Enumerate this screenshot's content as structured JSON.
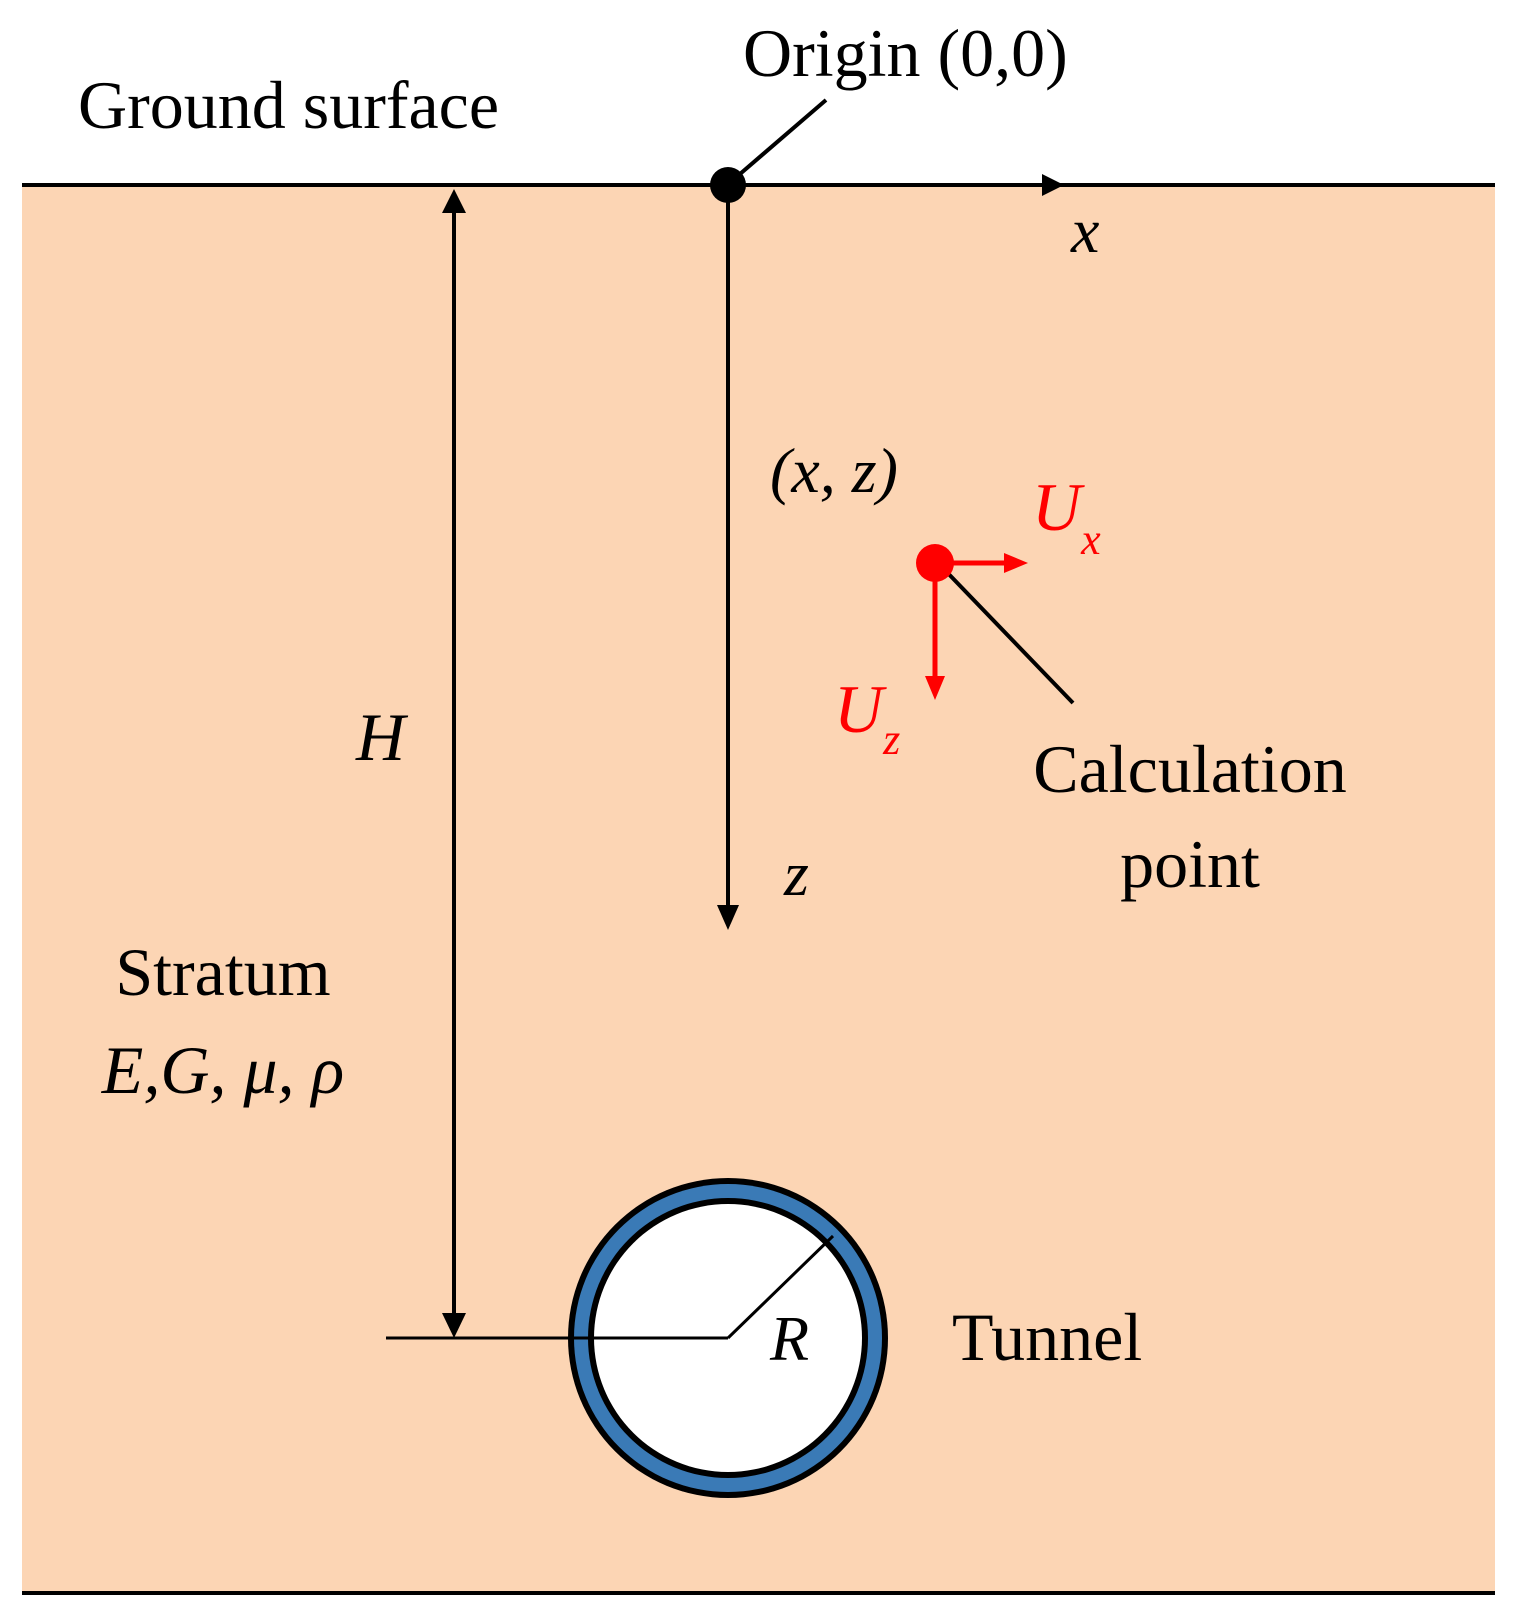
{
  "labels": {
    "ground_surface": "Ground surface",
    "origin": "Origin (0,0)",
    "x_axis": "x",
    "z_axis": "z",
    "point_coords": "(x, z)",
    "ux_main": "U",
    "ux_sub": "x",
    "uz_main": "U",
    "uz_sub": "z",
    "calc_line1": "Calculation",
    "calc_line2": "point",
    "depth": "H",
    "stratum": "Stratum",
    "stratum_params": "E,G, μ, ρ",
    "radius": "R",
    "tunnel": "Tunnel"
  },
  "colors": {
    "stratum_fill": "#fcd5b4",
    "tunnel_lining": "#3a7ab6",
    "displacement": "#ff0000",
    "line": "#000000"
  }
}
